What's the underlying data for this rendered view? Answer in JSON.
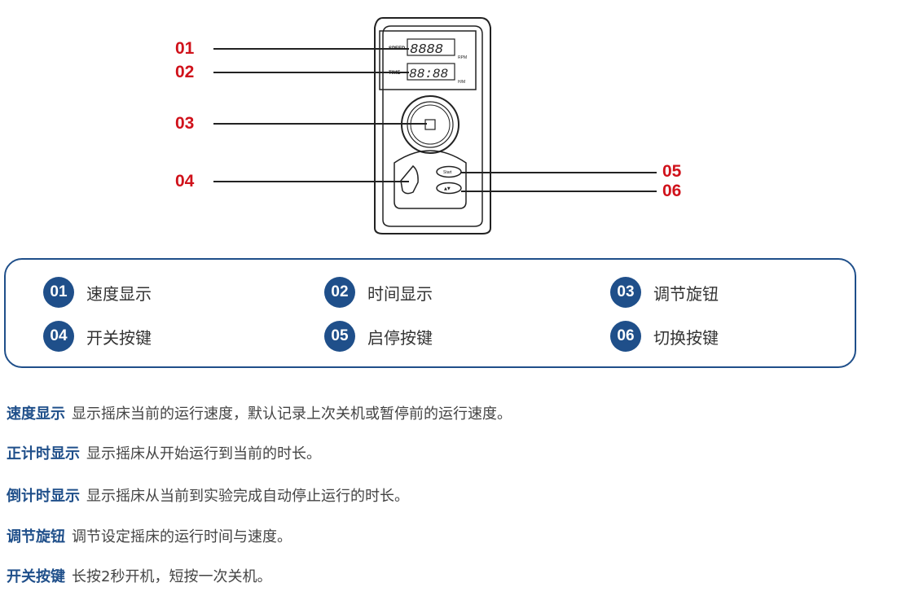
{
  "callouts": [
    {
      "num": "01"
    },
    {
      "num": "02"
    },
    {
      "num": "03"
    },
    {
      "num": "04"
    },
    {
      "num": "05"
    },
    {
      "num": "06"
    }
  ],
  "device": {
    "display_speed_label": "SPEED",
    "display_speed_value": "8888",
    "display_speed_unit": "RPM",
    "display_time_label": "TIME",
    "display_time_value": "88:88",
    "display_time_unit": "H/M",
    "start_button_label": "Start",
    "switch_button_label": "▲▼"
  },
  "legend": [
    {
      "num": "01",
      "label": "速度显示"
    },
    {
      "num": "02",
      "label": "时间显示"
    },
    {
      "num": "03",
      "label": "调节旋钮"
    },
    {
      "num": "04",
      "label": "开关按键"
    },
    {
      "num": "05",
      "label": "启停按键"
    },
    {
      "num": "06",
      "label": "切换按键"
    }
  ],
  "descriptions": [
    {
      "term": "速度显示",
      "text": "显示摇床当前的运行速度，默认记录上次关机或暂停前的运行速度。"
    },
    {
      "term": "正计时显示",
      "text": "显示摇床从开始运行到当前的时长。"
    },
    {
      "term": "倒计时显示",
      "text": "显示摇床从当前到实验完成自动停止运行的时长。"
    },
    {
      "term": "调节旋钮",
      "text": "调节设定摇床的运行时间与速度。"
    },
    {
      "term": "开关按键",
      "text": "长按2秒开机，短按一次关机。"
    }
  ],
  "colors": {
    "accent": "#d0121b",
    "brand": "#1f4f8a"
  }
}
